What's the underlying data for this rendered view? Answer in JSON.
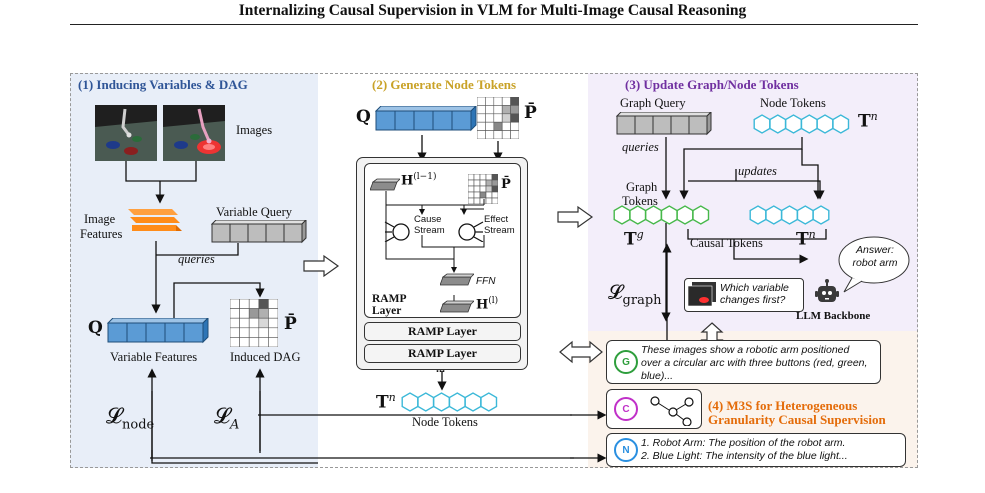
{
  "title": "Internalizing Causal Supervision in VLM for Multi-Image Causal Reasoning",
  "panels": {
    "p1": {
      "title": "(1) Inducing Variables & DAG"
    },
    "p2": {
      "title": "(2) Generate Node Tokens"
    },
    "p3": {
      "title": "(3) Update Graph/Node Tokens"
    },
    "p4": {
      "title_line1": "(4) M3S for Heterogeneous",
      "title_line2": "Granularity Causal Supervision"
    }
  },
  "p1": {
    "images_label": "Images",
    "image_features_line1": "Image",
    "image_features_line2": "Features",
    "variable_query_label": "Variable Query",
    "queries_label": "queries",
    "Q_label": "Q",
    "P_label": "P̄",
    "variable_features_label": "Variable Features",
    "induced_dag_label": "Induced DAG",
    "loss_node_main": "𝓛",
    "loss_node_sub": "node",
    "loss_A_main": "𝓛",
    "loss_A_sub": "A"
  },
  "p2": {
    "Q_label": "Q",
    "P_label": "P̄",
    "H_prev_main": "H",
    "H_prev_sup": "(l−1)",
    "P_inner": "P̄",
    "cause_line1": "Cause",
    "cause_line2": "Stream",
    "effect_line1": "Effect",
    "effect_line2": "Stream",
    "ffn_label": "FFN",
    "H_l_main": "H",
    "H_l_sup": "(l)",
    "ramp_label_line1": "RAMP",
    "ramp_label_line2": "Layer",
    "ramp_layer_1": "RAMP Layer",
    "ramp_layer_2": "RAMP Layer",
    "ellipsis": "...",
    "Tn_main": "T",
    "Tn_sup": "n",
    "node_tokens_label": "Node Tokens"
  },
  "p3": {
    "graph_query_label": "Graph Query",
    "node_tokens_label": "Node Tokens",
    "Tn_main": "T",
    "Tn_sup": "n",
    "queries_label": "queries",
    "updates_label": "updates",
    "graph_tokens_line1": "Graph",
    "graph_tokens_line2": "Tokens",
    "Tg_main": "T",
    "Tg_sup": "g",
    "Tn2_main": "T",
    "Tn2_sup": "n",
    "causal_tokens_label": "Causal Tokens",
    "loss_graph_main": "𝓛",
    "loss_graph_sub": "graph",
    "question_line1": "Which variable",
    "question_line2": "changes first?",
    "answer_line1": "Answer:",
    "answer_line2": "robot arm",
    "llm_label": "LLM Backbone"
  },
  "p4": {
    "g_badge": "G",
    "g_text": "These images show a robotic arm positioned over a circular arc with three buttons (red, green, blue)...",
    "c_badge": "C",
    "n_badge": "N",
    "n_line1": "1. Robot Arm: The position of the robot arm.",
    "n_line2": "2. Blue Light: The intensity of the blue light..."
  },
  "colors": {
    "p1_bg": "#e8eef8",
    "p1_title": "#2f5597",
    "p2_title": "#c9a227",
    "p3_bg": "#f3eefa",
    "p3_title": "#7030a0",
    "p4_bg": "#fbf3ec",
    "p4_title": "#e46c0a",
    "blue_cell": "#5b9bd5",
    "orange": "#ff8c1a",
    "teal_hex": "#3bb8d8",
    "green_hex": "#46b84a",
    "g_badge": "#2e9e3c",
    "c_badge": "#c030c8",
    "n_badge": "#2a8fe0"
  }
}
